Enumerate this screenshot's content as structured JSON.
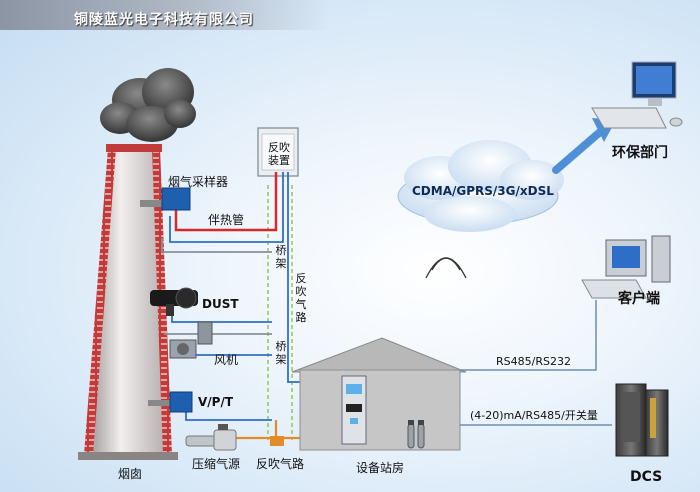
{
  "header": {
    "company_name": "铜陵蓝光电子科技有限公司"
  },
  "diagram": {
    "labels": {
      "backflush_device": "反吹装置",
      "flue_sampler": "烟气采样器",
      "heat_trace_pipe": "伴热管",
      "bridge_top": "桥架",
      "backflush_gas_path_vertical": "反吹气路",
      "bridge_bottom": "桥架",
      "dust": "DUST",
      "fan": "风机",
      "vpt": "V/P/T",
      "chimney": "烟囱",
      "compressed_air": "压缩气源",
      "backflush_gas_path": "反吹气路",
      "equipment_room": "设备站房",
      "network": "CDMA/GPRS/3G/xDSL",
      "env_dept": "环保部门",
      "client": "客户端",
      "dcs": "DCS",
      "rs485_rs232": "RS485/RS232",
      "analog_output": "(4-20)mA/RS485/开关量"
    },
    "colors": {
      "heat_pipe": "#d42a2a",
      "signal_line": "#2f6fc4",
      "bridge_dash": "#8ccc52",
      "connection_line": "#6a8fb0",
      "arrow": "#4f8fd8"
    }
  }
}
